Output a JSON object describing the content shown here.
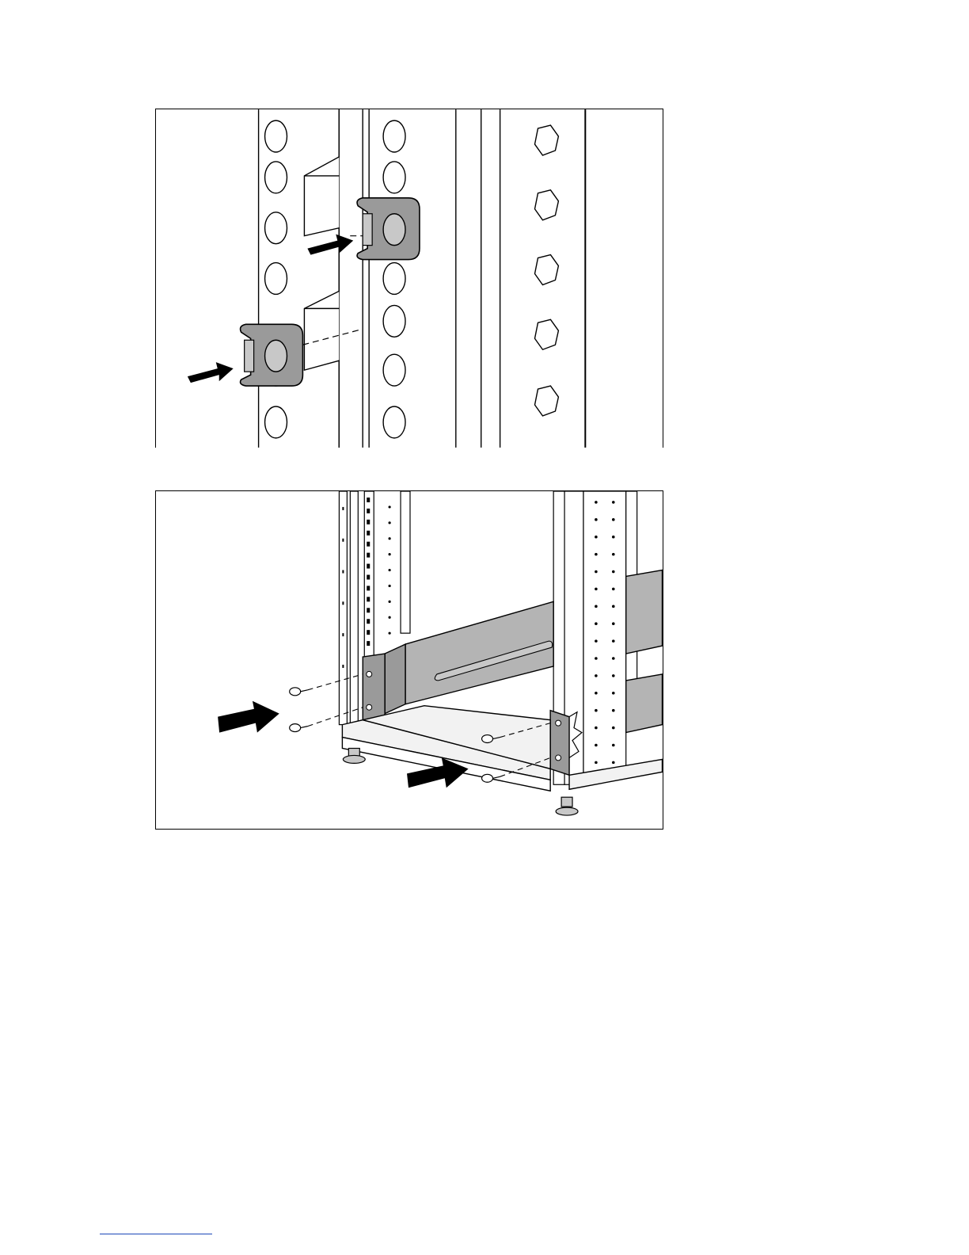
{
  "page": {
    "background": "#ffffff",
    "footer_rule_color": "#1a47b8"
  },
  "figures": [
    {
      "id": "cage-nut-installation",
      "icon_names": [
        "rack-post",
        "cage-nut",
        "push-arrow",
        "hex-nut"
      ]
    },
    {
      "id": "rail-bracket-installation",
      "icon_names": [
        "rack-frame",
        "rail",
        "screw",
        "push-arrow",
        "bracket"
      ]
    }
  ],
  "colors": {
    "line": "#000000",
    "part_fill": "#9a9a9a",
    "part_light": "#c8c8c8",
    "panel_fill": "#f2f2f2"
  }
}
